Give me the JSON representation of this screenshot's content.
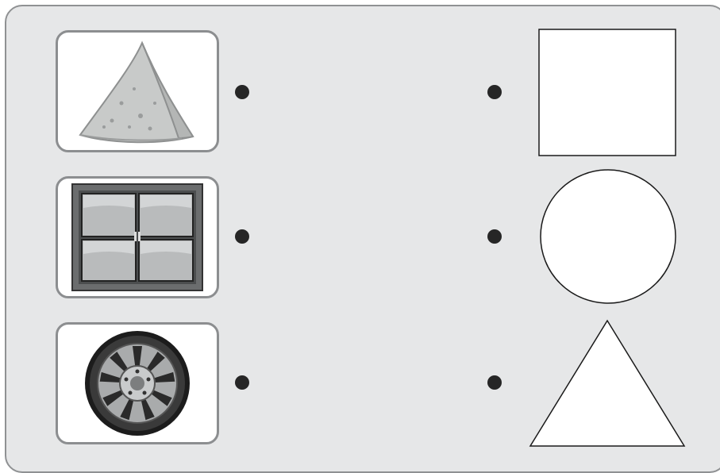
{
  "activity": "match-objects-to-shapes",
  "objects": [
    {
      "icon": "samosa-icon",
      "shape": "triangle"
    },
    {
      "icon": "window-icon",
      "shape": "square"
    },
    {
      "icon": "wheel-icon",
      "shape": "circle"
    }
  ],
  "shapes": [
    {
      "icon": "square-shape-icon"
    },
    {
      "icon": "circle-shape-icon"
    },
    {
      "icon": "triangle-shape-icon"
    }
  ],
  "colors": {
    "panel_background": "#e6e7e8",
    "card_border": "#8c8e90",
    "dot": "#262626",
    "shape_fill": "#ffffff",
    "shape_outline": "#1a1a1a"
  }
}
